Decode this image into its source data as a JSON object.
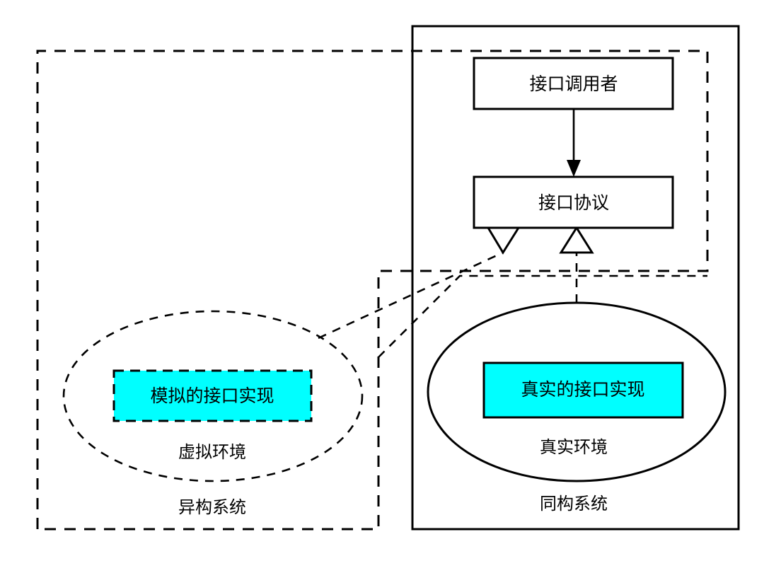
{
  "diagram": {
    "title": "",
    "colors": {
      "stroke": "#000000",
      "background": "#ffffff",
      "implementation_fill": "#00ffff"
    },
    "containers": [
      {
        "id": "heterogeneous-system",
        "label": "异构系统",
        "border": "dashed",
        "shape": "notched-rectangle"
      },
      {
        "id": "homogeneous-system",
        "label": "同构系统",
        "border": "solid",
        "shape": "rectangle"
      }
    ],
    "environments": [
      {
        "id": "virtual-environment",
        "label": "虚拟环境",
        "border": "dashed",
        "shape": "ellipse"
      },
      {
        "id": "real-environment",
        "label": "真实环境",
        "border": "solid",
        "shape": "ellipse"
      }
    ],
    "nodes": [
      {
        "id": "interface-caller",
        "label": "接口调用者",
        "fill": "#ffffff",
        "border": "solid"
      },
      {
        "id": "interface-protocol",
        "label": "接口协议",
        "fill": "#ffffff",
        "border": "solid"
      },
      {
        "id": "mock-implementation",
        "label": "模拟的接口实现",
        "fill": "#00ffff",
        "border": "dashed"
      },
      {
        "id": "real-implementation",
        "label": "真实的接口实现",
        "fill": "#00ffff",
        "border": "solid"
      }
    ],
    "connectors": [
      {
        "id": "caller-to-protocol",
        "from": "interface-caller",
        "to": "interface-protocol",
        "style": "solid",
        "head": "open-arrow"
      },
      {
        "id": "mock-realizes-protocol",
        "from": "virtual-environment",
        "to": "interface-protocol",
        "style": "dashed",
        "head": "hollow-triangle-down"
      },
      {
        "id": "heterogeneous-realizes-protocol",
        "from": "heterogeneous-system",
        "to": "interface-protocol",
        "style": "dashed",
        "head": "none"
      },
      {
        "id": "real-realizes-protocol",
        "from": "real-environment",
        "to": "interface-protocol",
        "style": "dashed",
        "head": "hollow-triangle-up"
      }
    ]
  }
}
